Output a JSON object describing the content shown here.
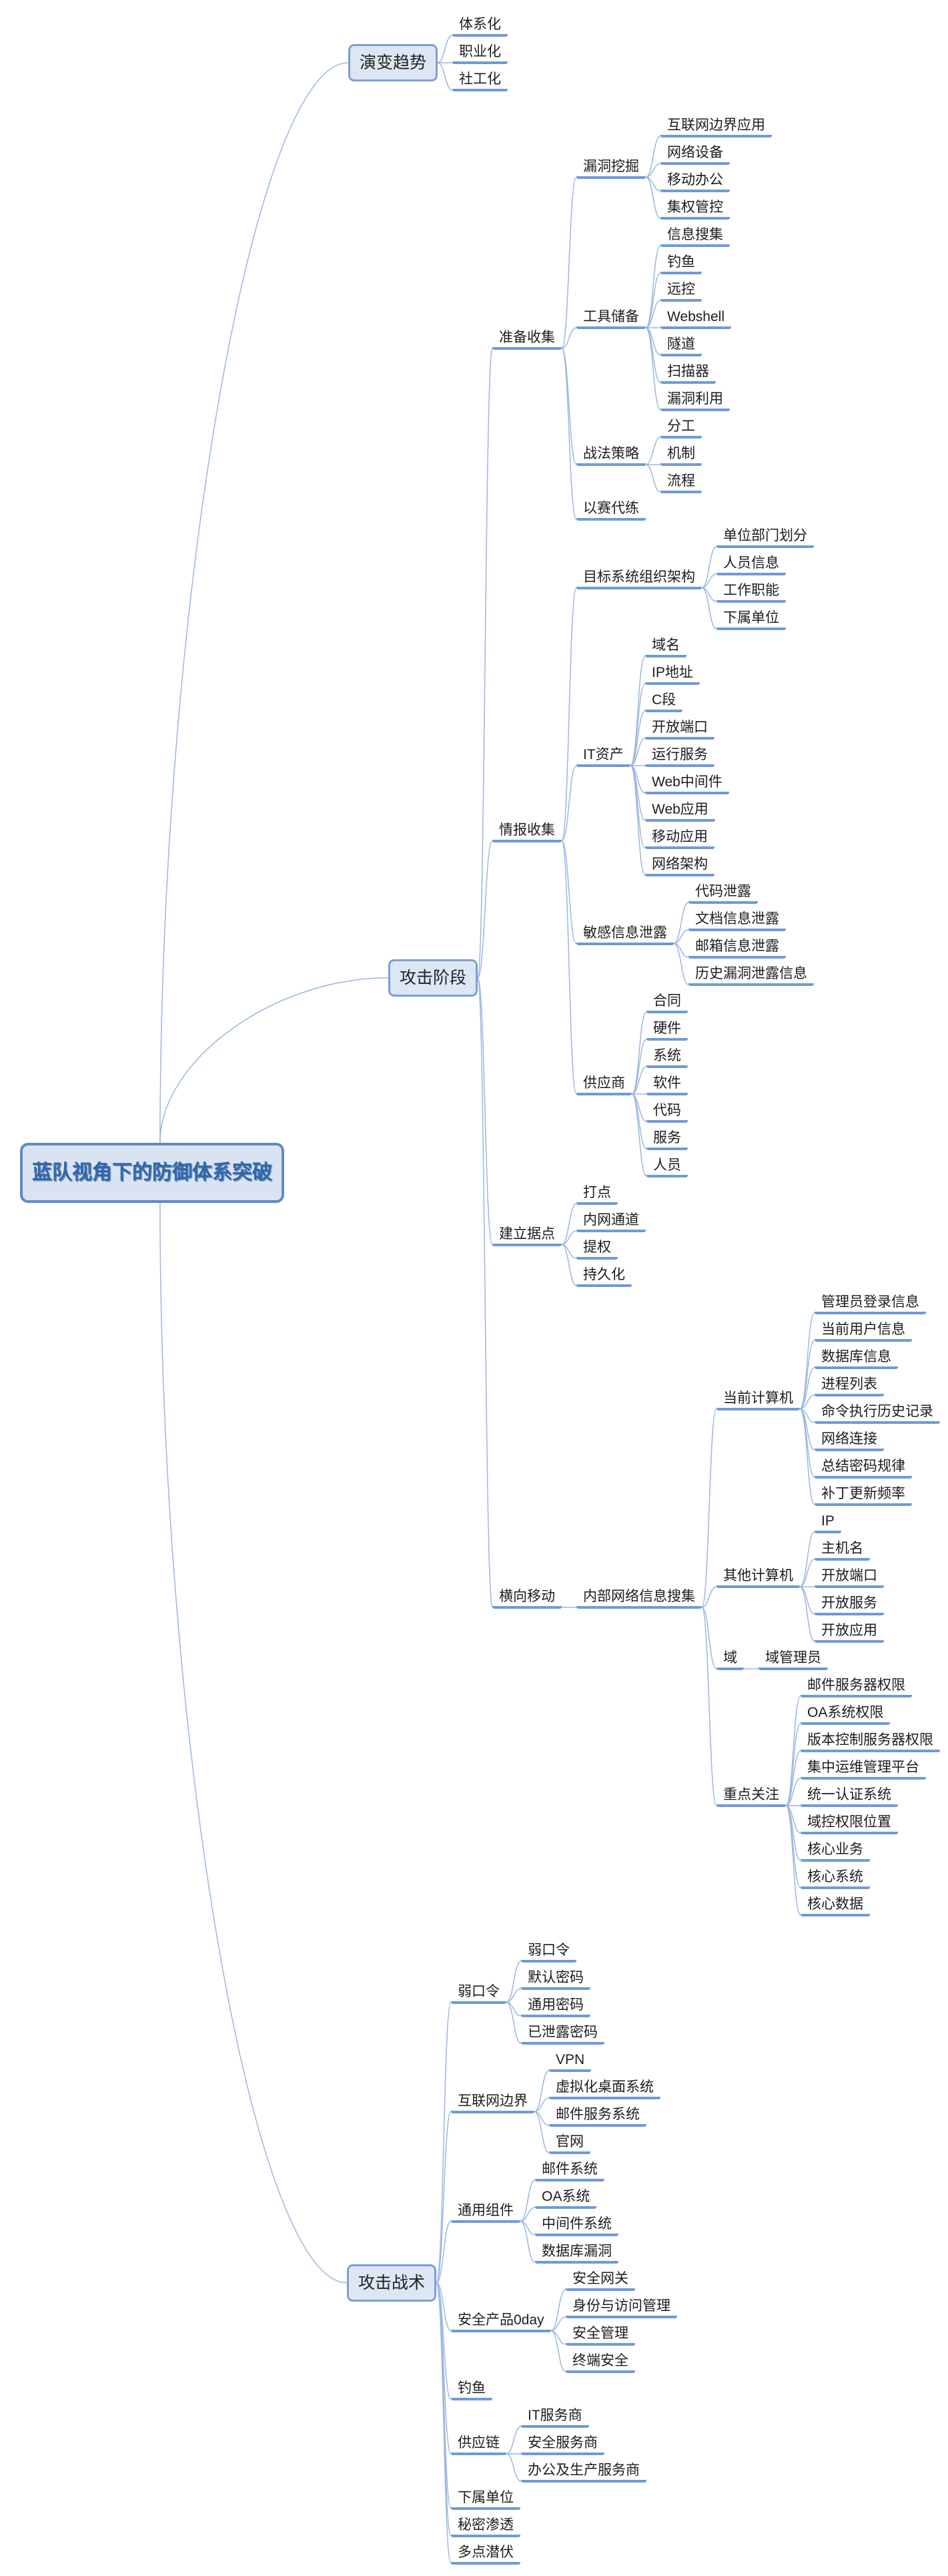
{
  "colors": {
    "background": "#ffffff",
    "branch_line": "#9cb7e0",
    "topic_underline": "#6f9ad6",
    "box_border": "#7c9fd4",
    "box_fill": "#dde7f4",
    "root_border": "#6288c8",
    "root_fill": "#d9e3f2",
    "root_text": "#2e68ad",
    "text": "#1c1c1c"
  },
  "mindmap": {
    "root": {
      "label": "蓝队视角下的防御体系突破",
      "children": [
        {
          "label": "演变趋势",
          "children": [
            {
              "label": "体系化"
            },
            {
              "label": "职业化"
            },
            {
              "label": "社工化"
            }
          ]
        },
        {
          "label": "攻击阶段",
          "children": [
            {
              "label": "准备收集",
              "children": [
                {
                  "label": "漏洞挖掘",
                  "children": [
                    {
                      "label": "互联网边界应用"
                    },
                    {
                      "label": "网络设备"
                    },
                    {
                      "label": "移动办公"
                    },
                    {
                      "label": "集权管控"
                    }
                  ]
                },
                {
                  "label": "工具储备",
                  "children": [
                    {
                      "label": "信息搜集"
                    },
                    {
                      "label": "钓鱼"
                    },
                    {
                      "label": "远控"
                    },
                    {
                      "label": "Webshell"
                    },
                    {
                      "label": "隧道"
                    },
                    {
                      "label": "扫描器"
                    },
                    {
                      "label": "漏洞利用"
                    }
                  ]
                },
                {
                  "label": "战法策略",
                  "children": [
                    {
                      "label": "分工"
                    },
                    {
                      "label": "机制"
                    },
                    {
                      "label": "流程"
                    }
                  ]
                },
                {
                  "label": "以赛代练"
                }
              ]
            },
            {
              "label": "情报收集",
              "children": [
                {
                  "label": "目标系统组织架构",
                  "children": [
                    {
                      "label": "单位部门划分"
                    },
                    {
                      "label": "人员信息"
                    },
                    {
                      "label": "工作职能"
                    },
                    {
                      "label": "下属单位"
                    }
                  ]
                },
                {
                  "label": "IT资产",
                  "children": [
                    {
                      "label": "域名"
                    },
                    {
                      "label": "IP地址"
                    },
                    {
                      "label": "C段"
                    },
                    {
                      "label": "开放端口"
                    },
                    {
                      "label": "运行服务"
                    },
                    {
                      "label": "Web中间件"
                    },
                    {
                      "label": "Web应用"
                    },
                    {
                      "label": "移动应用"
                    },
                    {
                      "label": "网络架构"
                    }
                  ]
                },
                {
                  "label": "敏感信息泄露",
                  "children": [
                    {
                      "label": "代码泄露"
                    },
                    {
                      "label": "文档信息泄露"
                    },
                    {
                      "label": "邮箱信息泄露"
                    },
                    {
                      "label": "历史漏洞泄露信息"
                    }
                  ]
                },
                {
                  "label": "供应商",
                  "children": [
                    {
                      "label": "合同"
                    },
                    {
                      "label": "硬件"
                    },
                    {
                      "label": "系统"
                    },
                    {
                      "label": "软件"
                    },
                    {
                      "label": "代码"
                    },
                    {
                      "label": "服务"
                    },
                    {
                      "label": "人员"
                    }
                  ]
                }
              ]
            },
            {
              "label": "建立据点",
              "children": [
                {
                  "label": "打点"
                },
                {
                  "label": "内网通道"
                },
                {
                  "label": "提权"
                },
                {
                  "label": "持久化"
                }
              ]
            },
            {
              "label": "横向移动",
              "children": [
                {
                  "label": "内部网络信息搜集",
                  "children": [
                    {
                      "label": "当前计算机",
                      "children": [
                        {
                          "label": "管理员登录信息"
                        },
                        {
                          "label": "当前用户信息"
                        },
                        {
                          "label": "数据库信息"
                        },
                        {
                          "label": "进程列表"
                        },
                        {
                          "label": "命令执行历史记录"
                        },
                        {
                          "label": "网络连接"
                        },
                        {
                          "label": "总结密码规律"
                        },
                        {
                          "label": "补丁更新频率"
                        }
                      ]
                    },
                    {
                      "label": "其他计算机",
                      "children": [
                        {
                          "label": "IP"
                        },
                        {
                          "label": "主机名"
                        },
                        {
                          "label": "开放端口"
                        },
                        {
                          "label": "开放服务"
                        },
                        {
                          "label": "开放应用"
                        }
                      ]
                    },
                    {
                      "label": "域",
                      "children": [
                        {
                          "label": "域管理员"
                        }
                      ]
                    },
                    {
                      "label": "重点关注",
                      "children": [
                        {
                          "label": "邮件服务器权限"
                        },
                        {
                          "label": "OA系统权限"
                        },
                        {
                          "label": "版本控制服务器权限"
                        },
                        {
                          "label": "集中运维管理平台"
                        },
                        {
                          "label": "统一认证系统"
                        },
                        {
                          "label": "域控权限位置"
                        },
                        {
                          "label": "核心业务"
                        },
                        {
                          "label": "核心系统"
                        },
                        {
                          "label": "核心数据"
                        }
                      ]
                    }
                  ]
                }
              ]
            }
          ]
        },
        {
          "label": "攻击战术",
          "children": [
            {
              "label": "弱口令",
              "children": [
                {
                  "label": "弱口令"
                },
                {
                  "label": "默认密码"
                },
                {
                  "label": "通用密码"
                },
                {
                  "label": "已泄露密码"
                }
              ]
            },
            {
              "label": "互联网边界",
              "children": [
                {
                  "label": "VPN"
                },
                {
                  "label": "虚拟化桌面系统"
                },
                {
                  "label": "邮件服务系统"
                },
                {
                  "label": "官网"
                }
              ]
            },
            {
              "label": "通用组件",
              "children": [
                {
                  "label": "邮件系统"
                },
                {
                  "label": "OA系统"
                },
                {
                  "label": "中间件系统"
                },
                {
                  "label": "数据库漏洞"
                }
              ]
            },
            {
              "label": "安全产品0day",
              "children": [
                {
                  "label": "安全网关"
                },
                {
                  "label": "身份与访问管理"
                },
                {
                  "label": "安全管理"
                },
                {
                  "label": "终端安全"
                }
              ]
            },
            {
              "label": "钓鱼"
            },
            {
              "label": "供应链",
              "children": [
                {
                  "label": "IT服务商"
                },
                {
                  "label": "安全服务商"
                },
                {
                  "label": "办公及生产服务商"
                }
              ]
            },
            {
              "label": "下属单位"
            },
            {
              "label": "秘密渗透"
            },
            {
              "label": "多点潜伏"
            }
          ]
        }
      ]
    }
  }
}
